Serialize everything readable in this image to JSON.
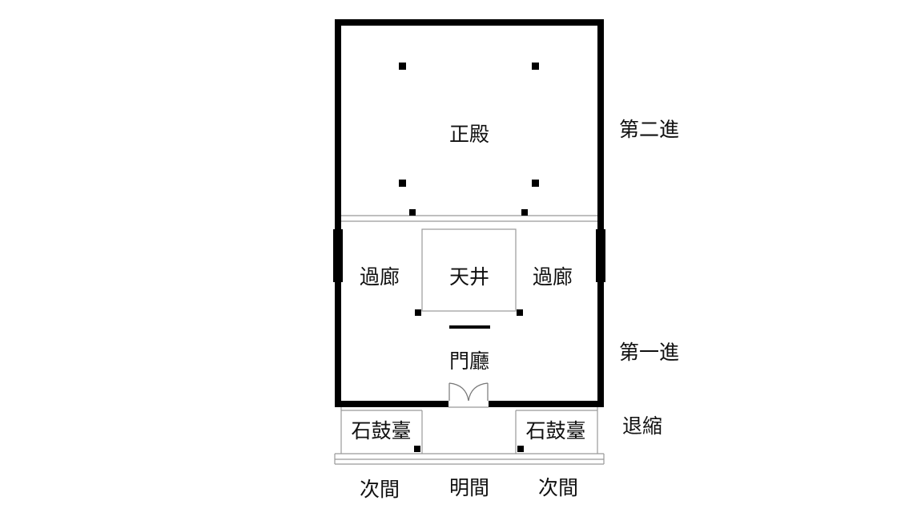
{
  "rooms": {
    "main_hall": "正殿",
    "corridor_left": "過廊",
    "courtyard": "天井",
    "corridor_right": "過廊",
    "gate_hall": "門廳",
    "drum_platform_left": "石鼓臺",
    "drum_platform_right": "石鼓臺"
  },
  "zones": {
    "second_hall": "第二進",
    "first_hall": "第一進",
    "recessed_entry": "退縮"
  },
  "bays": {
    "side_bay_left": "次間",
    "central_bay": "明間",
    "side_bay_right": "次間"
  },
  "colors": {
    "ink": "#000000",
    "thin_line": "#999999",
    "text": "#111111"
  }
}
